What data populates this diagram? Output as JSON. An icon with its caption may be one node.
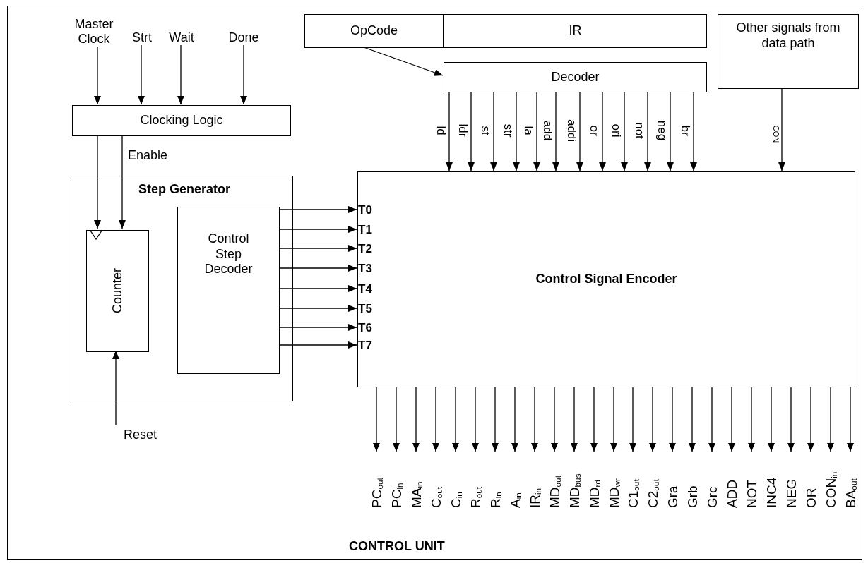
{
  "diagram": {
    "nodes": [
      {
        "text": [
          "CONTROL UNIT"
        ]
      },
      {
        "text": [
          "Master Clock"
        ],
        "in": 0
      },
      {
        "text": [
          "Strt"
        ],
        "in": 0
      },
      {
        "text": [
          "Wait"
        ],
        "in": 0
      },
      {
        "text": [
          "Done"
        ],
        "in": 0
      },
      {
        "text": [
          "Clocking Logic"
        ],
        "in": 0
      },
      {
        "text": [
          "Step Generator"
        ],
        "in": 0
      },
      {
        "text": [
          "Counter"
        ],
        "in": 6
      },
      {
        "text": [
          "Control Step Decoder"
        ],
        "in": 6
      },
      {
        "text": [
          "OpCode"
        ],
        "in": 0
      },
      {
        "text": [
          "IR"
        ],
        "in": 0
      },
      {
        "text": [
          "Decoder"
        ],
        "in": 0
      },
      {
        "text": [
          "Other signals from data path"
        ],
        "in": 0
      },
      {
        "text": [
          "Control Signal Encoder"
        ],
        "in": 0
      },
      {
        "text": [
          "Reset"
        ],
        "in": 0
      }
    ],
    "edges": [
      {
        "from": 1,
        "to": 5,
        "arrow": "to"
      },
      {
        "from": 2,
        "to": 5,
        "arrow": "to"
      },
      {
        "from": 3,
        "to": 5,
        "arrow": "to"
      },
      {
        "from": 4,
        "to": 5,
        "arrow": "to"
      },
      {
        "from": 5,
        "to": 7,
        "arrow": "to"
      },
      {
        "from": 5,
        "to": 7,
        "arrow": "to",
        "label": "Enable"
      },
      {
        "from": 14,
        "to": 7,
        "arrow": "to"
      },
      {
        "from": 9,
        "to": 11,
        "arrow": "to"
      },
      {
        "from": 11,
        "to": 13,
        "arrow": "to",
        "label": "ld"
      },
      {
        "from": 11,
        "to": 13,
        "arrow": "to",
        "label": "ldr"
      },
      {
        "from": 11,
        "to": 13,
        "arrow": "to",
        "label": "st"
      },
      {
        "from": 11,
        "to": 13,
        "arrow": "to",
        "label": "str"
      },
      {
        "from": 11,
        "to": 13,
        "arrow": "to",
        "label": "la"
      },
      {
        "from": 11,
        "to": 13,
        "arrow": "to",
        "label": "add"
      },
      {
        "from": 11,
        "to": 13,
        "arrow": "to",
        "label": "addi"
      },
      {
        "from": 11,
        "to": 13,
        "arrow": "to",
        "label": "or"
      },
      {
        "from": 11,
        "to": 13,
        "arrow": "to",
        "label": "ori"
      },
      {
        "from": 11,
        "to": 13,
        "arrow": "to",
        "label": "not"
      },
      {
        "from": 11,
        "to": 13,
        "arrow": "to",
        "label": "neg"
      },
      {
        "from": 11,
        "to": 13,
        "arrow": "to",
        "label": "br"
      },
      {
        "from": 12,
        "to": 13,
        "arrow": "to",
        "label": "CON"
      },
      {
        "from": 8,
        "to": 13,
        "arrow": "to",
        "label": "T0"
      },
      {
        "from": 8,
        "to": 13,
        "arrow": "to",
        "label": "T1"
      },
      {
        "from": 8,
        "to": 13,
        "arrow": "to",
        "label": "T2"
      },
      {
        "from": 8,
        "to": 13,
        "arrow": "to",
        "label": "T3"
      },
      {
        "from": 8,
        "to": 13,
        "arrow": "to",
        "label": "T4"
      },
      {
        "from": 8,
        "to": 13,
        "arrow": "to",
        "label": "T5"
      },
      {
        "from": 8,
        "to": 13,
        "arrow": "to",
        "label": "T6"
      },
      {
        "from": 8,
        "to": 13,
        "arrow": "to",
        "label": "T7"
      },
      {
        "from": 13,
        "to": null,
        "arrow": "to",
        "label": "PC$_{out}$"
      },
      {
        "from": 13,
        "to": null,
        "arrow": "to",
        "label": "PC$_{in}$"
      },
      {
        "from": 13,
        "to": null,
        "arrow": "to",
        "label": "MA$_{in}$"
      },
      {
        "from": 13,
        "to": null,
        "arrow": "to",
        "label": "C$_{out}$"
      },
      {
        "from": 13,
        "to": null,
        "arrow": "to",
        "label": "C$_{in}$"
      },
      {
        "from": 13,
        "to": null,
        "arrow": "to",
        "label": "R$_{out}$"
      },
      {
        "from": 13,
        "to": null,
        "arrow": "to",
        "label": "R$_{in}$"
      },
      {
        "from": 13,
        "to": null,
        "arrow": "to",
        "label": "A$_{in}$"
      },
      {
        "from": 13,
        "to": null,
        "arrow": "to",
        "label": "IR$_{in}$"
      },
      {
        "from": 13,
        "to": null,
        "arrow": "to",
        "label": "MD$_{out}$"
      },
      {
        "from": 13,
        "to": null,
        "arrow": "to",
        "label": "MD$_{bus}$"
      },
      {
        "from": 13,
        "to": null,
        "arrow": "to",
        "label": "MD$_{rd}$"
      },
      {
        "from": 13,
        "to": null,
        "arrow": "to",
        "label": "MD$_{wr}$"
      },
      {
        "from": 13,
        "to": null,
        "arrow": "to",
        "label": "C1$_{out}$"
      },
      {
        "from": 13,
        "to": null,
        "arrow": "to",
        "label": "C2$_{out}$"
      },
      {
        "from": 13,
        "to": null,
        "arrow": "to",
        "label": "Gra"
      },
      {
        "from": 13,
        "to": null,
        "arrow": "to",
        "label": "Grb"
      },
      {
        "from": 13,
        "to": null,
        "arrow": "to",
        "label": "Grc"
      },
      {
        "from": 13,
        "to": null,
        "arrow": "to",
        "label": "ADD"
      },
      {
        "from": 13,
        "to": null,
        "arrow": "to",
        "label": "NOT"
      },
      {
        "from": 13,
        "to": null,
        "arrow": "to",
        "label": "INC4"
      },
      {
        "from": 13,
        "to": null,
        "arrow": "to",
        "label": "NEG"
      },
      {
        "from": 13,
        "to": null,
        "arrow": "to",
        "label": "OR"
      },
      {
        "from": 13,
        "to": null,
        "arrow": "to",
        "label": "CON$_{in}$"
      },
      {
        "from": 13,
        "to": null,
        "arrow": "to",
        "label": "BA$_{out}$"
      }
    ]
  }
}
